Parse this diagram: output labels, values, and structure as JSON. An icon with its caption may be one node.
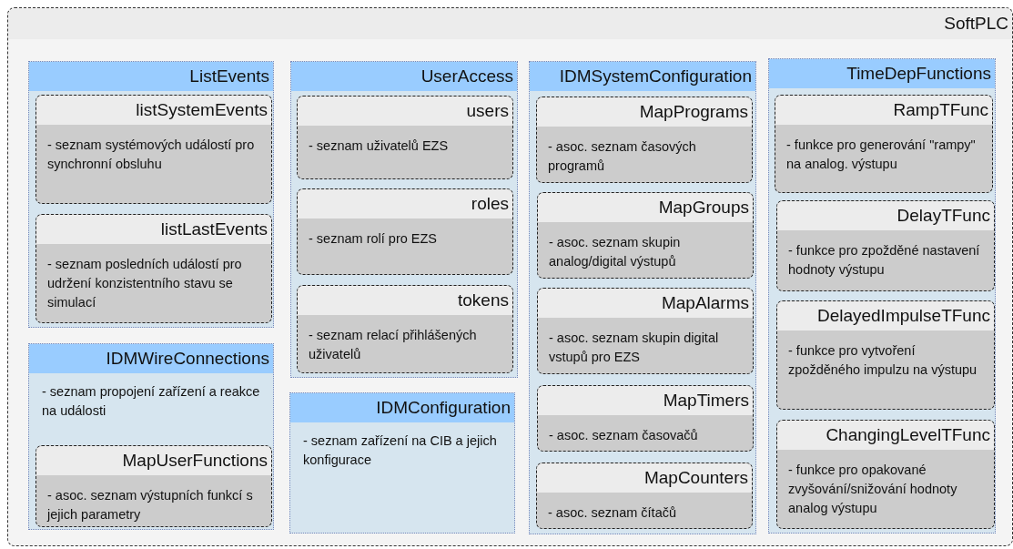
{
  "diagram": {
    "nodes": [
      {
        "text": [
          "SoftPLC"
        ]
      },
      {
        "text": [
          "ListEvents"
        ],
        "in": 0
      },
      {
        "text": [
          "listSystemEvents",
          "- seznam systémových událostí pro synchronní obsluhu"
        ],
        "in": 1
      },
      {
        "text": [
          "listLastEvents",
          "- seznam posledních událostí pro udržení konzistentního stavu se simulací"
        ],
        "in": 1
      },
      {
        "text": [
          "IDMWireConnections",
          "- seznam propojení zařízení a reakce na události"
        ],
        "in": 0
      },
      {
        "text": [
          "MapUserFunctions",
          "- asoc. seznam výstupních funkcí s jejich parametry"
        ],
        "in": 4
      },
      {
        "text": [
          "UserAccess"
        ],
        "in": 0
      },
      {
        "text": [
          "users",
          "- seznam uživatelů EZS"
        ],
        "in": 6
      },
      {
        "text": [
          "roles",
          "- seznam rolí pro EZS"
        ],
        "in": 6
      },
      {
        "text": [
          "tokens",
          "- seznam relací přihlášených uživatelů"
        ],
        "in": 6
      },
      {
        "text": [
          "IDMConfiguration",
          "- seznam zařízení na CIB a jejich konfigurace"
        ],
        "in": 0
      },
      {
        "text": [
          "IDMSystemConfiguration"
        ],
        "in": 0
      },
      {
        "text": [
          "MapPrograms",
          "- asoc. seznam časových programů"
        ],
        "in": 11
      },
      {
        "text": [
          "MapGroups",
          "- asoc. seznam skupin analog/digital výstupů"
        ],
        "in": 11
      },
      {
        "text": [
          "MapAlarms",
          "- asoc. seznam skupin digital vstupů pro EZS"
        ],
        "in": 11
      },
      {
        "text": [
          "MapTimers",
          "- asoc. seznam časovačů"
        ],
        "in": 11
      },
      {
        "text": [
          "MapCounters",
          "- asoc. seznam čítačů"
        ],
        "in": 11
      },
      {
        "text": [
          "TimeDepFunctions"
        ],
        "in": 0
      },
      {
        "text": [
          "RampTFunc",
          "- funkce pro generování \"rampy\" na analog. výstupu"
        ],
        "in": 17
      },
      {
        "text": [
          "DelayTFunc",
          "- funkce pro zpožděné nastavení hodnoty výstupu"
        ],
        "in": 17
      },
      {
        "text": [
          "DelayedImpulseTFunc",
          "- funkce pro vytvoření zpožděného impulzu na výstupu"
        ],
        "in": 17
      },
      {
        "text": [
          "ChangingLevelTFunc",
          "- funkce pro opakované zvyšování/snižování hodnoty analog výstupu"
        ],
        "in": 17
      }
    ]
  }
}
